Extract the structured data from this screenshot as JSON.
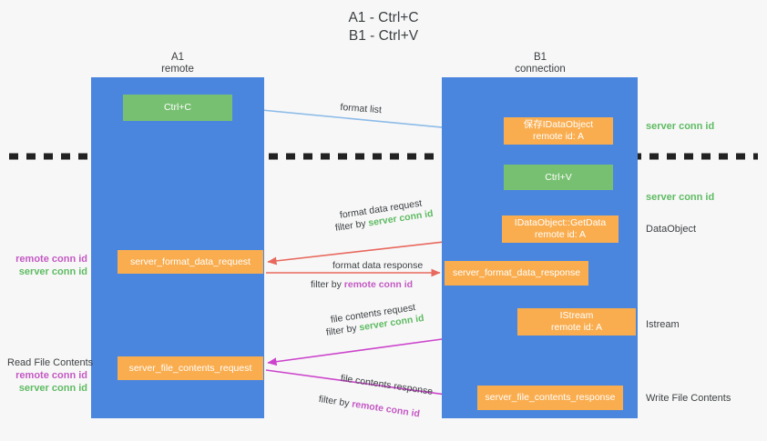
{
  "title": {
    "line1": "A1 - Ctrl+C",
    "line2": "B1 - Ctrl+V"
  },
  "lanes": [
    {
      "id": "a1",
      "name": "A1",
      "sub": "remote"
    },
    {
      "id": "b1",
      "name": "B1",
      "sub": "connection"
    }
  ],
  "boxes": {
    "ctrl_c": {
      "line1": "Ctrl+C"
    },
    "save_idataobject": {
      "line1": "保存IDataObject",
      "line2": "remote id: A"
    },
    "ctrl_v": {
      "line1": "Ctrl+V"
    },
    "getdata": {
      "line1": "IDataObject::GetData",
      "line2": "remote id: A"
    },
    "server_format_data_request": {
      "line1": "server_format_data_request"
    },
    "server_format_data_response": {
      "line1": "server_format_data_response"
    },
    "istream": {
      "line1": "IStream",
      "line2": "remote id: A"
    },
    "server_file_contents_request": {
      "line1": "server_file_contents_request"
    },
    "server_file_contents_response": {
      "line1": "server_file_contents_response"
    }
  },
  "annotations": {
    "server_conn_id_top": "server conn id",
    "server_conn_id_mid": "server conn id",
    "dataobject": "DataObject",
    "istream": "Istream",
    "write_file_contents": "Write File Contents",
    "read_file_contents": "Read File Contents",
    "remote_conn_id": "remote conn id",
    "server_conn_id": "server conn id"
  },
  "edges": {
    "format_list": "format list",
    "format_data_request": "format data request",
    "filter_by": "filter by ",
    "filter_server_conn_id": "server conn id",
    "filter_remote_conn_id": "remote conn id",
    "format_data_response": "format data response",
    "file_contents_request": "file contents request",
    "file_contents_response": "file contents response"
  },
  "colors": {
    "lane_blue": "#4a86de",
    "box_orange": "#f9ad4f",
    "box_green": "#78c071",
    "server_conn_green": "#5fbb63",
    "remote_conn_purple": "#c359c3",
    "arrow_light_blue": "#8cbbe8",
    "arrow_red": "#e8685d",
    "arrow_black": "#1a1a1a",
    "arrow_magenta": "#cc44cc",
    "background": "#f7f7f7"
  }
}
